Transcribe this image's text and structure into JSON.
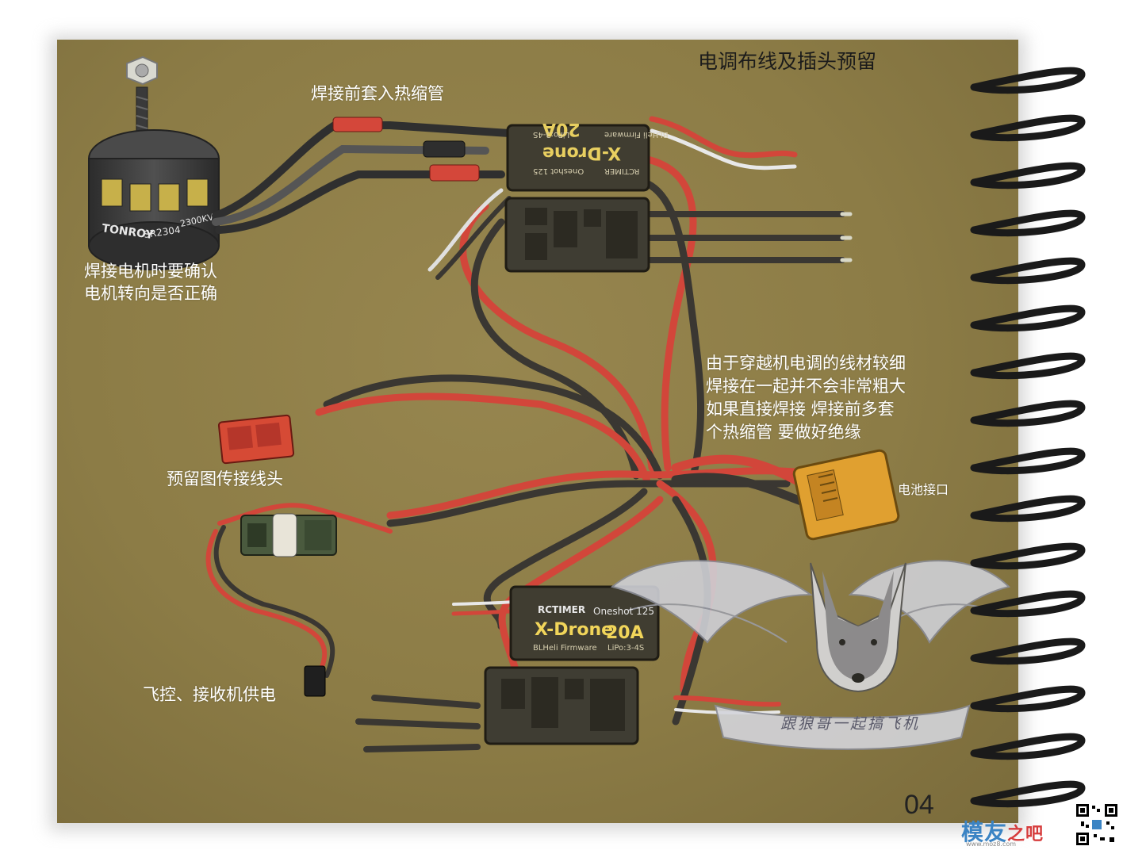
{
  "title": "电调布线及插头预留",
  "labels": {
    "heatshrink": "焊接前套入热缩管",
    "motor_check_line1": "焊接电机时要确认",
    "motor_check_line2": "电机转向是否正确",
    "note_line1": "由于穿越机电调的线材较细",
    "note_line2": "焊接在一起并不会非常粗大",
    "note_line3": "如果直接焊接  焊接前多套",
    "note_line4": "个热缩管  要做好绝缘",
    "vtx_plug": "预留图传接线头",
    "battery": "电池接口",
    "fc_power": "飞控、接收机供电"
  },
  "motor": {
    "brand": "TONROY",
    "model": "SR2304",
    "kv": "2300KV"
  },
  "esc": {
    "brand": "RCTIMER",
    "name": "X-Drone",
    "rating": "20A",
    "oneshot": "Oneshot 125",
    "firmware": "BLHeli Firmware",
    "lipo": "LiPo:3-4S"
  },
  "watermark": "跟狼哥一起搞飞机",
  "page_number": "04",
  "logo": {
    "text": "模友",
    "suffix": "之吧",
    "url": "www.moz8.com"
  },
  "colors": {
    "paper": "#8c7c46",
    "wire_red": "#d2463a",
    "wire_black": "#3a3732",
    "esc_body": "#403d31",
    "battery_connector": "#e0a030",
    "label_text": "#ffffff"
  }
}
